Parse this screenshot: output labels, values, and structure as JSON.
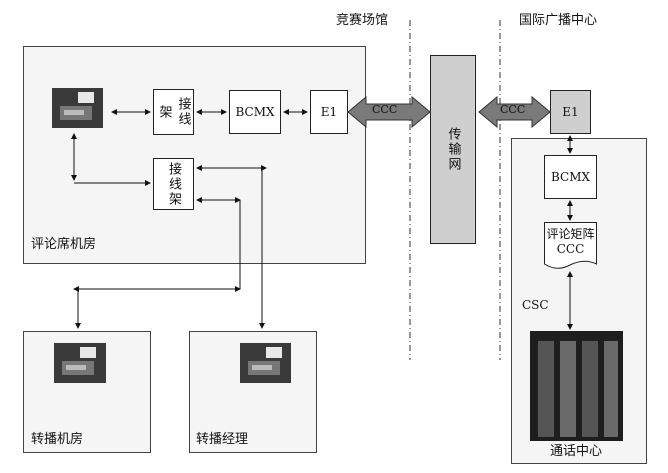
{
  "zones": {
    "venue": "竞赛场馆",
    "ibc": "国际广播中心"
  },
  "rooms": {
    "commentary": "评论席机房",
    "relay": "转播机房",
    "manager": "转播经理",
    "csc": "CSC",
    "call_center": "通话中心"
  },
  "devices": {
    "patch_panel_1": "接线架",
    "patch_panel_2": "接线架",
    "bcmx_left": "BCMX",
    "e1_left": "E1",
    "e1_right": "E1",
    "bcmx_right": "BCMX",
    "matrix_line1": "评论矩阵",
    "matrix_line2": "CCC",
    "transport_net": "传输网"
  },
  "links": {
    "ccc_left": "CCC",
    "ccc_right": "CCC"
  },
  "colors": {
    "room_fill": "#f5f5f5",
    "gray_box": "#cfcfcf",
    "big_arrow": "#7a7a7a"
  }
}
